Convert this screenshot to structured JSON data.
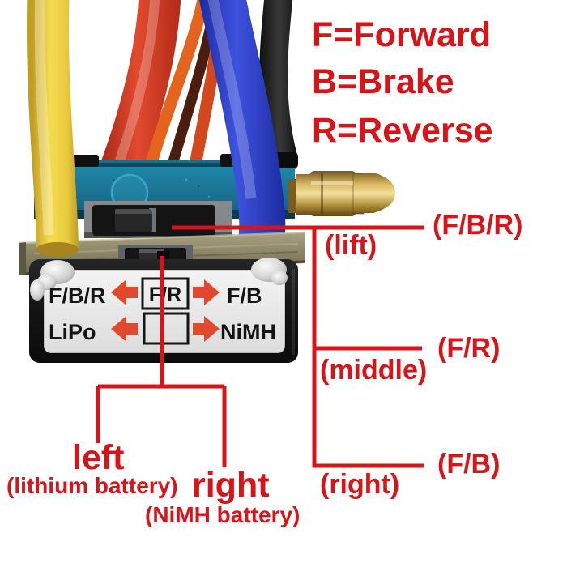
{
  "legend": {
    "forward": "F=Forward",
    "brake": "B=Brake",
    "reverse": "R=Reverse"
  },
  "switch_label": {
    "row1_left": "F/B/R",
    "row1_center": "F/R",
    "row1_right": "F/B",
    "row2_left": "LiPo",
    "row2_center": "",
    "row2_right": "NiMH"
  },
  "annotations": {
    "lift_value": "(F/B/R)",
    "lift_position": "(lift)",
    "middle_value": "(F/R)",
    "middle_position": "(middle)",
    "right_value": "(F/B)",
    "right_position": "(right)",
    "left_option": "left",
    "left_option_sub": "(lithium battery)",
    "right_option": "right",
    "right_option_sub": "(NiMH battery)"
  },
  "icons": {
    "label_left_arrow": "block-arrow-left",
    "label_right_arrow": "block-arrow-right"
  },
  "colors": {
    "annotation_red": "#d81418",
    "case_teal": "#1c7394",
    "wire_yellow": "#eed23c",
    "wire_red": "#d63b26",
    "wire_orange": "#e4641e",
    "wire_blue": "#2b3ec6",
    "wire_black": "#1a1a1a",
    "brass_connector": "#c8a952",
    "mount_plate": "#8b8465",
    "label_background": "#ebebeb",
    "label_arrow_orange": "#e2482b"
  }
}
